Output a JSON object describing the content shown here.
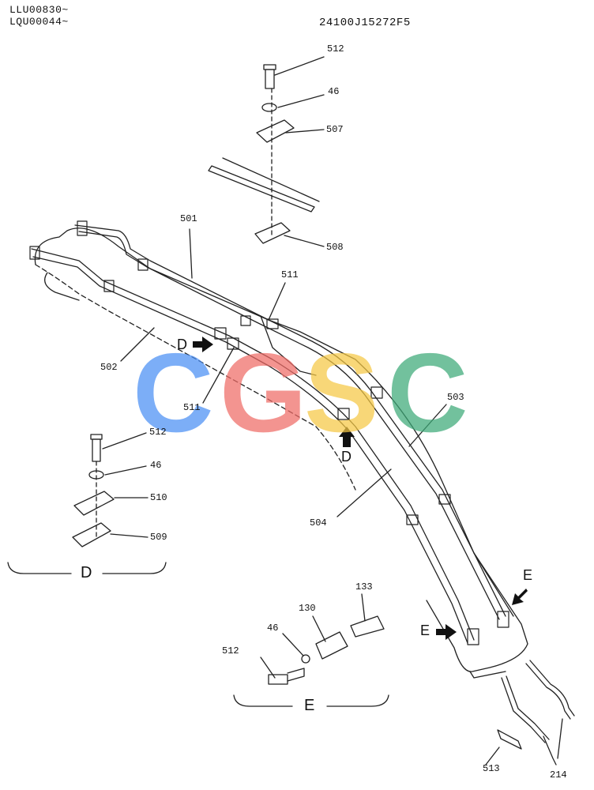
{
  "header": {
    "serial_line_1": "LLU00830~",
    "serial_line_2": "LQU00044~",
    "doc_code": "24100J15272F5"
  },
  "watermark": {
    "letters": [
      "C",
      "G",
      "S",
      "C"
    ],
    "colors": [
      "#4a8ff5",
      "#ef6b66",
      "#f6c945",
      "#3daa78"
    ]
  },
  "parts": {
    "p512_top": "512",
    "p46_top": "46",
    "p507": "507",
    "p508": "508",
    "p501": "501",
    "p511_top": "511",
    "p502": "502",
    "p511_mid": "511",
    "p503": "503",
    "p504": "504",
    "p512_d": "512",
    "p46_d": "46",
    "p510": "510",
    "p509": "509",
    "p133": "133",
    "p130": "130",
    "p46_e": "46",
    "p512_e": "512",
    "p513": "513",
    "p214": "214"
  },
  "view_markers": {
    "d_left": "D",
    "d_lower": "D",
    "e_right": "E",
    "e_left": "E"
  },
  "sections": {
    "d": "D",
    "e": "E"
  }
}
